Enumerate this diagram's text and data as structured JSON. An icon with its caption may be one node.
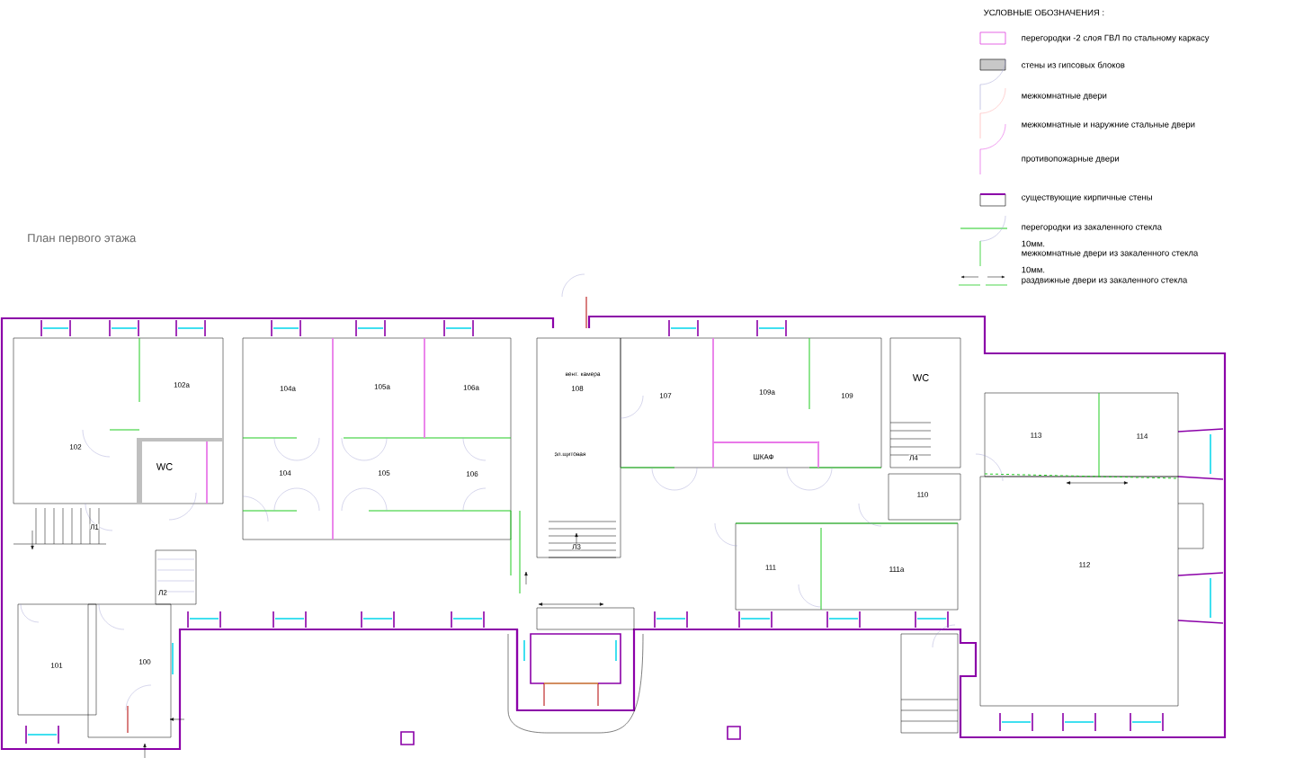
{
  "diagram": {
    "title": "План первого этажа",
    "labels": [
      "УСЛОВНЫЕ ОБОЗНАЧЕНИЯ :",
      "10мм.",
      "10мм.",
      "102а",
      "104а",
      "105а",
      "106а",
      "вент. камера",
      "108",
      "107",
      "109а",
      "109",
      "WC",
      "113",
      "114",
      "102",
      "WC",
      "104",
      "105",
      "106",
      "эл.щитовая",
      "ШКАФ",
      "Л4",
      "110",
      "Л1",
      "Л3",
      "111",
      "111а",
      "112",
      "Л2",
      "100",
      "101"
    ],
    "legend": [
      {
        "text": "перегородки -2 слоя ГВЛ по стальному каркасу"
      },
      {
        "text": "стены из гипсовых блоков",
        "color": "#c8c8c8"
      },
      {
        "text": "межкомнатные двери"
      },
      {
        "text": "межкомнатные и наружние стальные двери"
      },
      {
        "text": "противопожарные двери"
      },
      {
        "text": "существующие кирпичные стены"
      },
      {
        "text": "перегородки из закаленного стекла"
      },
      {
        "text": "межкомнатные двери из закаленного стекла"
      },
      {
        "text": "раздвижные двери из закаленного стекла"
      }
    ]
  }
}
